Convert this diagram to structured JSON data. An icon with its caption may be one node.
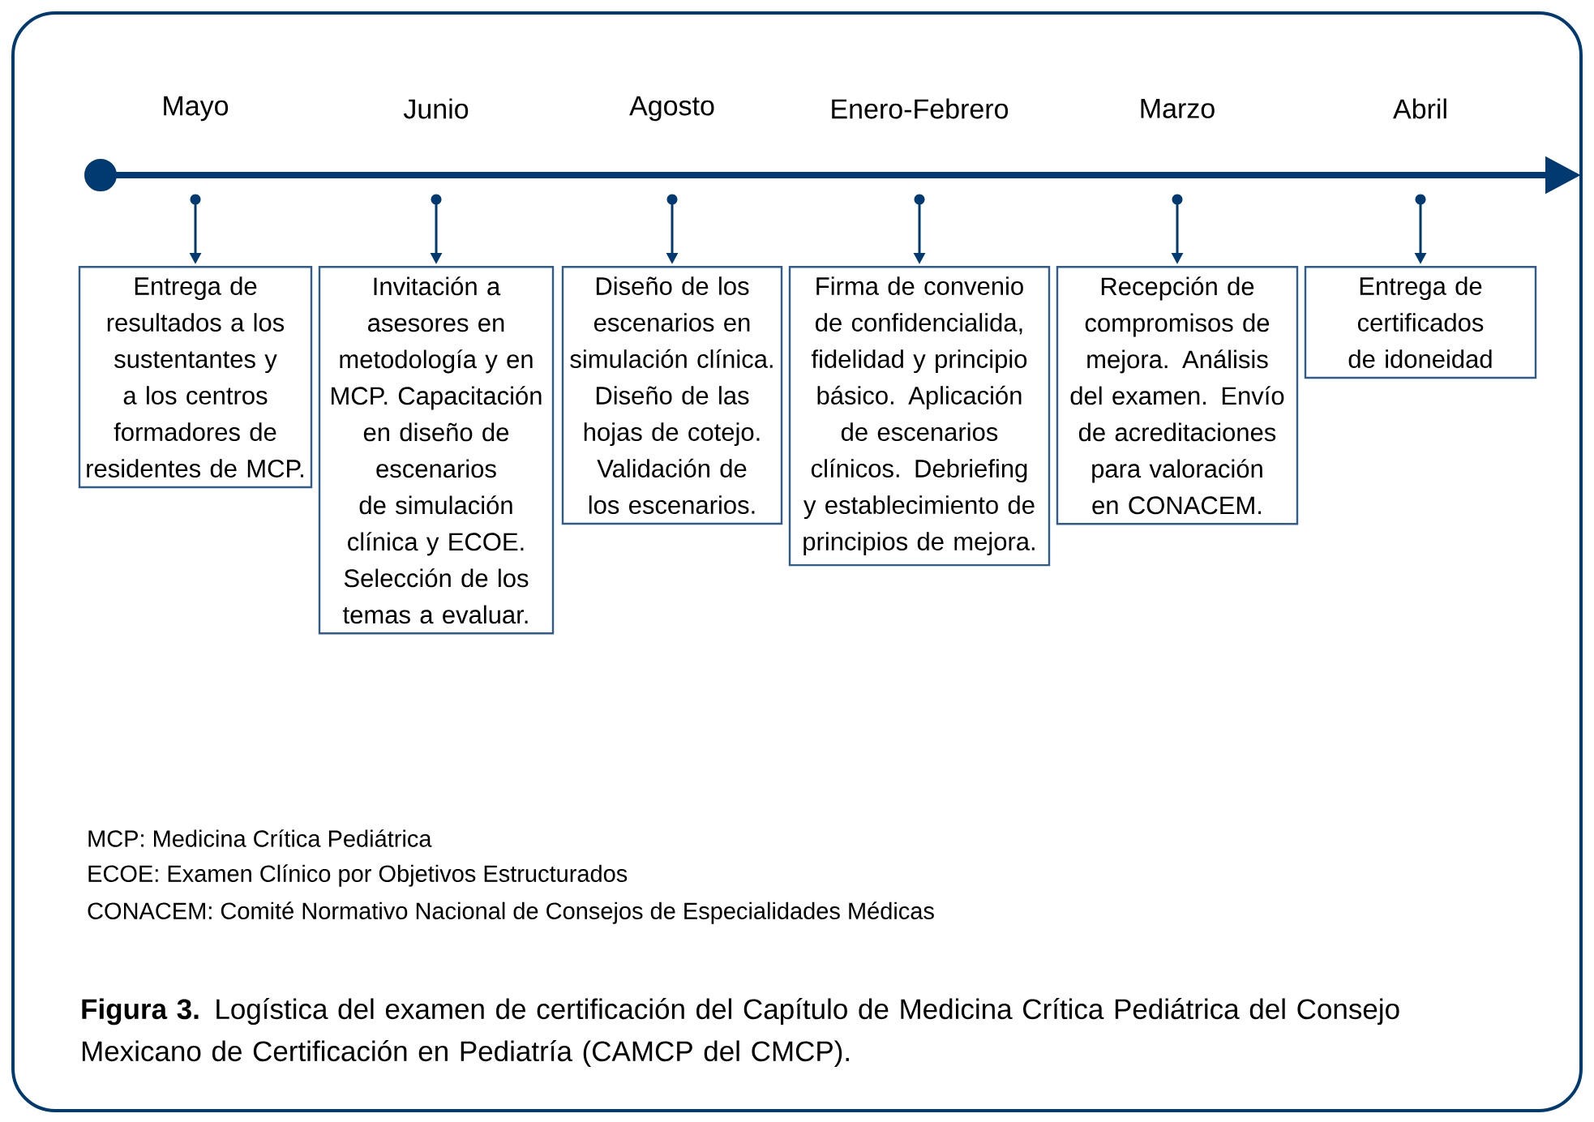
{
  "diagram": {
    "caption": "**Figura 3.** Logística del examen de certificación del Capítulo de Medicina Crítica Pediátrica del Consejo Mexicano de Certificación en Pediatría (CAMCP del CMCP).",
    "nodes": [
      {
        "text": [
          "Entrega de resultados a los sustentantes y a los centros formadores de residentes de MCP."
        ]
      },
      {
        "text": [
          "Invitación a asesores en metodología y en MCP. Capacitación en diseño de escenarios de simulación clínica y ECOE. Selección de los temas a evaluar."
        ]
      },
      {
        "text": [
          "Diseño de los escenarios en simulación clínica. Diseño de las hojas de cotejo. Validación de los escenarios."
        ]
      },
      {
        "text": [
          "Firma de convenio de confidencialida, fidelidad y principio básico. Aplicación de escenarios clínicos. Debriefing y establecimiento de principios de mejora."
        ]
      },
      {
        "text": [
          "Recepción de compromisos de mejora. Análisis del examen. Envío de acreditaciones para valoración en CONACEM."
        ]
      },
      {
        "text": [
          "Entrega de certificados de idoneidad"
        ]
      },
      {
        "text": [],
        "shape": "circle"
      },
      {
        "text": [],
        "shape": "circle"
      },
      {
        "text": [],
        "shape": "circle"
      },
      {
        "text": [],
        "shape": "circle"
      },
      {
        "text": [],
        "shape": "circle"
      },
      {
        "text": [],
        "shape": "circle"
      }
    ],
    "edges": [
      {
        "from": 6,
        "to": 0,
        "arrow": "to"
      },
      {
        "from": 7,
        "to": 1,
        "arrow": "to"
      },
      {
        "from": 8,
        "to": 2,
        "arrow": "to"
      },
      {
        "from": 9,
        "to": 3,
        "arrow": "to"
      },
      {
        "from": 10,
        "to": 4,
        "arrow": "to"
      },
      {
        "from": 11,
        "to": 5,
        "arrow": "to"
      }
    ],
    "labels": [
      "Mayo",
      "Junio",
      "Agosto",
      "Enero-Febrero",
      "Marzo",
      "Abril",
      "MCP: Medicina Crítica Pediátrica",
      "ECOE: Examen Clínico por Objetivos Estructurados",
      "CONACEM: Comité Normativo Nacional de Consejos de Especialidades Médicas"
    ]
  }
}
